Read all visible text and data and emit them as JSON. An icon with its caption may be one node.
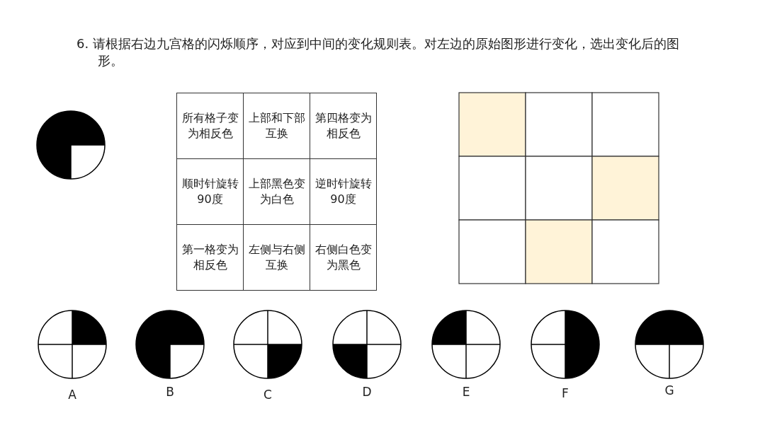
{
  "diagram": {
    "title": "6. 请根据右边九宫格的闪烁顺序，对应到中间的变化规则表。对左边的原始图形进行变化，选出变化后的图形。",
    "labels": [
      "所有格子变为相反色",
      "上部和下部互换",
      "第四格变为相反色",
      "顺时针旋转90度",
      "上部黑色变为白色",
      "逆时针旋转90度",
      "第一格变为相反色",
      "左侧与右侧互换",
      "右侧白色变为黑色",
      "A",
      "B",
      "C",
      "D",
      "E",
      "F",
      "G"
    ]
  }
}
